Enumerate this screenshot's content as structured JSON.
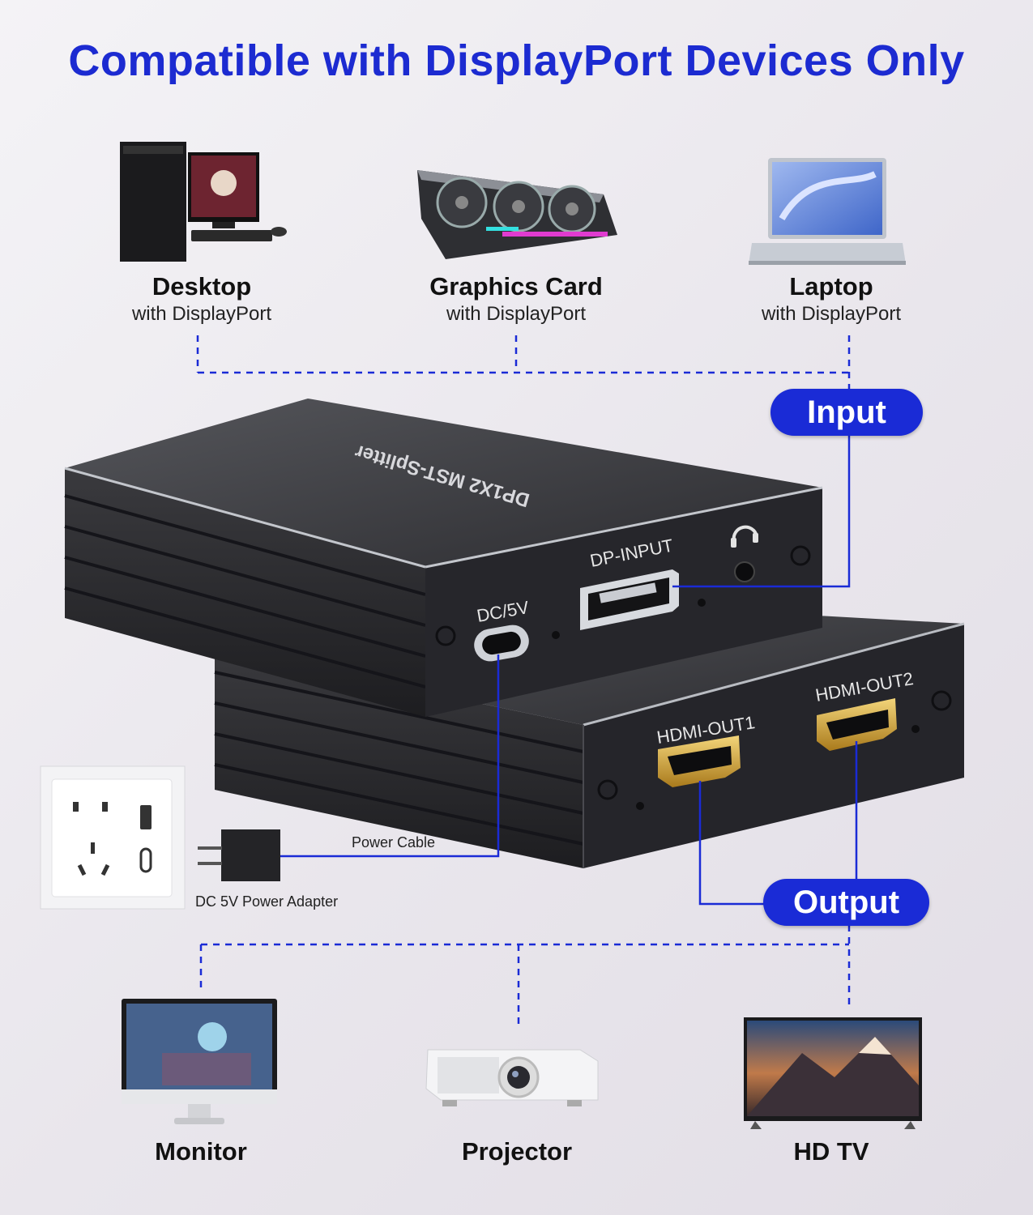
{
  "title": "Compatible with DisplayPort Devices Only",
  "colors": {
    "title": "#1c2bd1",
    "accent": "#1a2bd6",
    "device_body": "#2b2b2e",
    "gold": "#d7a93a"
  },
  "inputs": [
    {
      "name": "Desktop",
      "sub": "with DisplayPort",
      "icon": "desktop-pc-icon"
    },
    {
      "name": "Graphics Card",
      "sub": "with DisplayPort",
      "icon": "graphics-card-icon"
    },
    {
      "name": "Laptop",
      "sub": "with DisplayPort",
      "icon": "laptop-icon"
    }
  ],
  "outputs": [
    {
      "name": "Monitor",
      "icon": "monitor-icon"
    },
    {
      "name": "Projector",
      "icon": "projector-icon"
    },
    {
      "name": "HD TV",
      "icon": "hd-tv-icon"
    }
  ],
  "labels": {
    "input": "Input",
    "output": "Output",
    "power_cable": "Power Cable",
    "power_adapter": "DC 5V Power Adapter"
  },
  "device": {
    "top_text": "DP1X2 MST-Splitter",
    "ports": {
      "dc": "DC/5V",
      "dp_in": "DP-INPUT",
      "hdmi1": "HDMI-OUT1",
      "hdmi2": "HDMI-OUT2"
    }
  }
}
